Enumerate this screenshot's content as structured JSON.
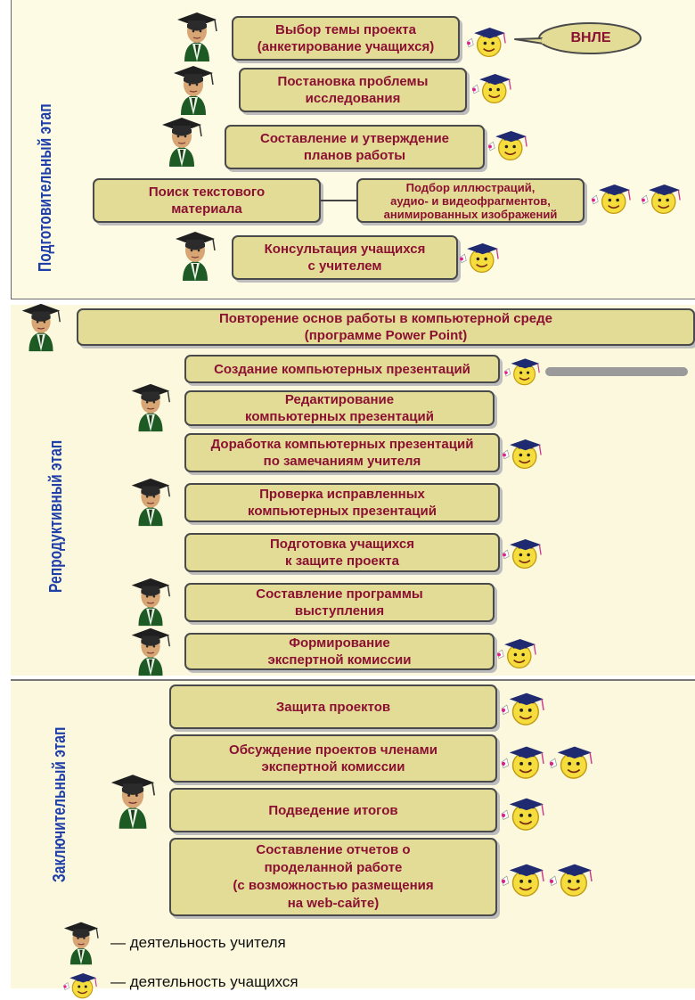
{
  "stages": {
    "preparatory": "Подготовительный этап",
    "reproductive": "Репродуктивный этап",
    "final": "Заключительный этап"
  },
  "preparatory_steps": [
    "Выбор темы проекта\n(анкетирование учащихся)",
    "Постановка проблемы\nисследования",
    "Составление и утверждение\nпланов работы",
    "Поиск текстового\nматериала",
    "Подбор иллюстраций,\nаудио- и видеофрагментов,\nанимированных изображений",
    "Консультация учащихся\nс учителем"
  ],
  "oval_label": "ВНЛЕ",
  "reproductive_steps": [
    "Повторение основ работы в компьютерной среде\n(программе Power Point)",
    "Создание компьютерных презентаций",
    "Редактирование\nкомпьютерных презентаций",
    "Доработка компьютерных презентаций\nпо замечаниям учителя",
    "Проверка исправленных\nкомпьютерных презентаций",
    "Подготовка учащихся\nк защите проекта",
    "Составление программы\nвыступления",
    "Формирование\nэкспертной комиссии"
  ],
  "final_steps": [
    "Защита проектов",
    "Обсуждение проектов членами\nэкспертной комиссии",
    "Подведение итогов",
    "Составление отчетов о\nпроделанной работе\n(с возможностью размещения\nна web-сайте)"
  ],
  "legend": {
    "teacher": "— деятельность учителя",
    "students": "— деятельность учащихся"
  },
  "colors": {
    "box_fill": "#e2dc96",
    "box_text": "#8b1032",
    "stage_label": "#1f3fa8",
    "panel_bg": "#fdfbe4"
  },
  "icons": {
    "teacher": "teacher-figure-icon",
    "student": "student-smiley-icon"
  }
}
